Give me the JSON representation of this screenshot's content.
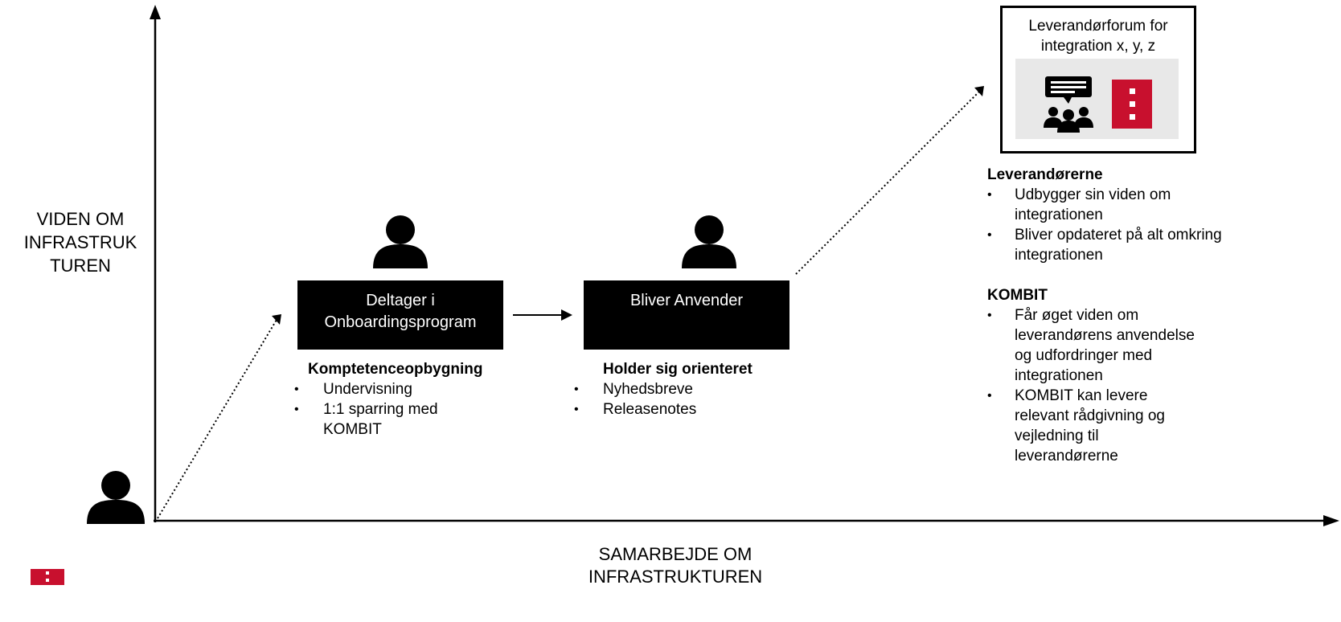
{
  "axes": {
    "y_label": "VIDEN OM INFRASTRUK TUREN",
    "x_label": "SAMARBEJDE OM INFRASTRUKTUREN"
  },
  "stage1": {
    "box_label": "Deltager i Onboardingsprogram",
    "heading": "Komptetenceopbygning",
    "bullets": [
      "Undervisning",
      "1:1 sparring med KOMBIT"
    ]
  },
  "stage2": {
    "box_label": "Bliver Anvender",
    "heading": "Holder sig orienteret",
    "bullets": [
      "Nyhedsbreve",
      "Releasenotes"
    ]
  },
  "forum": {
    "title": "Leverandørforum for integration x, y, z"
  },
  "suppliers": {
    "heading": "Leverandørerne",
    "bullets": [
      "Udbygger sin viden om integrationen",
      "Bliver opdateret på alt omkring integrationen"
    ]
  },
  "kombit": {
    "heading": "KOMBIT",
    "bullets": [
      "Får øget viden om leverandørens anvendelse og udfordringer med integrationen",
      "KOMBIT kan levere relevant rådgivning og vejledning til leverandørerne"
    ]
  },
  "colors": {
    "accent": "#c8102e",
    "ink": "#000000"
  },
  "icons": [
    "person-icon",
    "meeting-icon",
    "kombit-logo-icon"
  ]
}
